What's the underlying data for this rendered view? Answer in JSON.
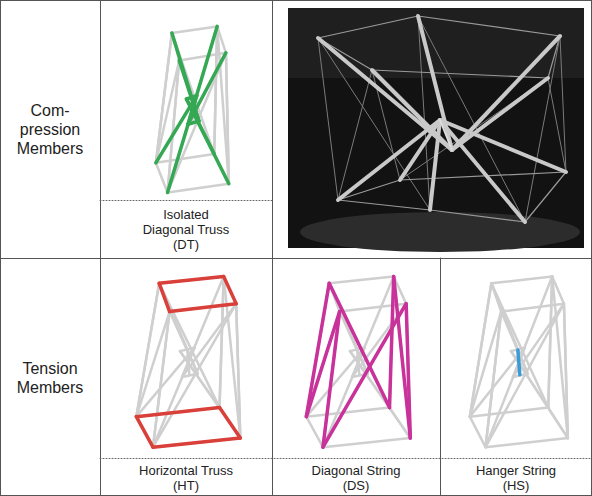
{
  "diagram": {
    "labels": [
      "Com- pression Members",
      "Isolated Diagonal Truss (DT)",
      "Tension Members",
      "Horizontal Truss (HT)",
      "Diagonal String (DS)",
      "Hanger String (HS)"
    ]
  }
}
